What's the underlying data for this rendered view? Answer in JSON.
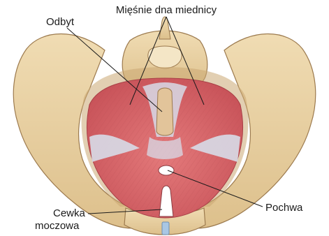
{
  "labels": {
    "pelvic_floor_muscles": "Mięśnie dna miednicy",
    "anus": "Odbyt",
    "vagina": "Pochwa",
    "urethra_line1": "Cewka",
    "urethra_line2": "moczowa"
  },
  "colors": {
    "bone": "#e9d3a6",
    "bone_shadow": "#caa873",
    "bone_outline": "#9c7a4e",
    "muscle": "#d9676a",
    "muscle_dark": "#b8474d",
    "tendon": "#d7dbe8",
    "opening": "#ffffff",
    "leader_line": "#1a1a1a"
  }
}
